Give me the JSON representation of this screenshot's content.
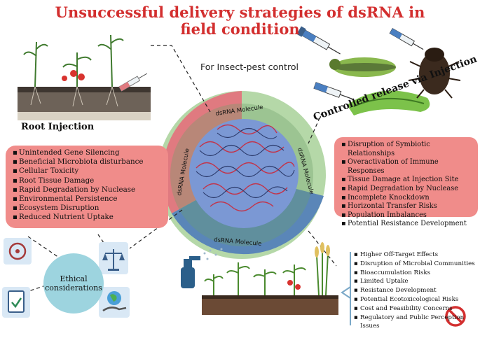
{
  "title": {
    "line1": "Unsuccessful delivery strategies of dsRNA in",
    "line2": "field condition"
  },
  "subtitle": "For Insect-pest control",
  "root_injection": {
    "label": "Root Injection",
    "items": [
      "Unintended Gene Silencing",
      "Beneficial Microbiota disturbance",
      "Cellular Toxicity",
      "Root Tissue Damage",
      "Rapid Degradation by Nuclease",
      "Environmental Persistence",
      "Ecosystem Disruption",
      "Reduced Nutrient Uptake"
    ]
  },
  "controlled_release": {
    "label": "Controlled release via Injection",
    "items": [
      "Disruption of Symbiotic Relationships",
      "Overactivation of Immune Responses",
      "Tissue Damage at Injection Site",
      "Rapid Degradation by Nuclease",
      "Incomplete Knockdown",
      "Horizontal Transfer Risks",
      "Population Imbalances",
      "Potential Resistance Development"
    ]
  },
  "spray": {
    "items": [
      "Higher Off-Target Effects",
      "Disruption of Microbial Communities",
      "Bioaccumulation Risks",
      "Limited Uptake",
      "Resistance Development",
      "Potential Ecotoxicological Risks",
      "Cost and Feasibility Concerns",
      "Regulatory and Public Perception Issues"
    ]
  },
  "ethical": {
    "line1": "Ethical",
    "line2": "considerations"
  },
  "molecule_labels": {
    "top": "dsRNA Molecule",
    "left": "dsRNA Molecule",
    "right": "dsRNA Molecule",
    "bottom": "dsRNA Molecule"
  },
  "bullet": "▪",
  "colors": {
    "title": "#d32f2f",
    "panel": "#f08c8a",
    "circle_green": "#b5d8a8",
    "circle_red": "#e07a80",
    "circle_blue": "#5a86b8",
    "circle_inner": "#7b98d4",
    "ethical": "#9dd4df",
    "icon_tile": "#d9e8f5"
  },
  "icons": [
    "biohazard-icon",
    "scales-icon",
    "clipboard-check-icon",
    "globe-hand-icon",
    "no-entry-icon",
    "syringe-icon",
    "caterpillar-icon",
    "beetle-icon",
    "spray-bottle-icon",
    "plant-icon"
  ]
}
